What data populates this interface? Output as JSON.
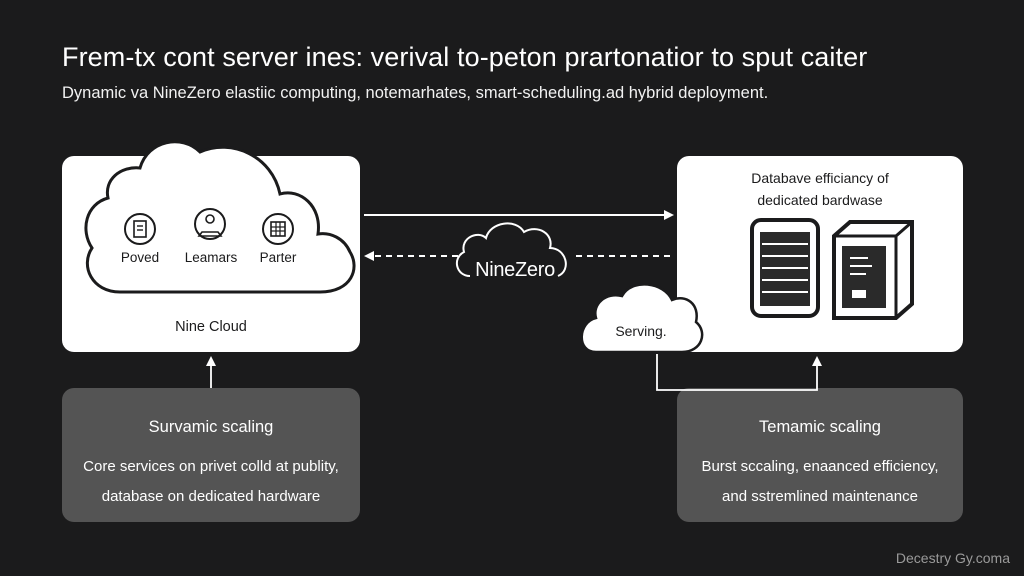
{
  "title": "Frem-tx cont server ines: verival to-peton prartonatior to sput caiter",
  "subtitle": "Dynamic va NineZero elastiic computing, notemarhates, smart-scheduling.ad hybrid deployment.",
  "left_panel": {
    "label": "Nine Cloud",
    "icons": [
      {
        "icon": "document-icon",
        "label": "Poved"
      },
      {
        "icon": "user-laptop-icon",
        "label": "Leamars"
      },
      {
        "icon": "grid-table-icon",
        "label": "Parter"
      }
    ]
  },
  "right_panel": {
    "title_line1": "Databave efficiancy of",
    "title_line2": "dedicated bardwase",
    "icons": [
      "database-server-icon",
      "tower-server-icon"
    ]
  },
  "center": {
    "label": "NineZero",
    "serving_label": "Serving."
  },
  "left_box": {
    "title": "Survamic scaling",
    "line1": "Core services on privet colld at publity,",
    "line2": "database on dedicated hardware"
  },
  "right_box": {
    "title": "Temamic scaling",
    "line1": "Burst sccaling, enaanced efficiency,",
    "line2": "and sstremlined maintenance"
  },
  "watermark": "Decestry Gy.coma",
  "colors": {
    "background": "#1b1b1c",
    "panel": "#ffffff",
    "box": "#545454"
  }
}
